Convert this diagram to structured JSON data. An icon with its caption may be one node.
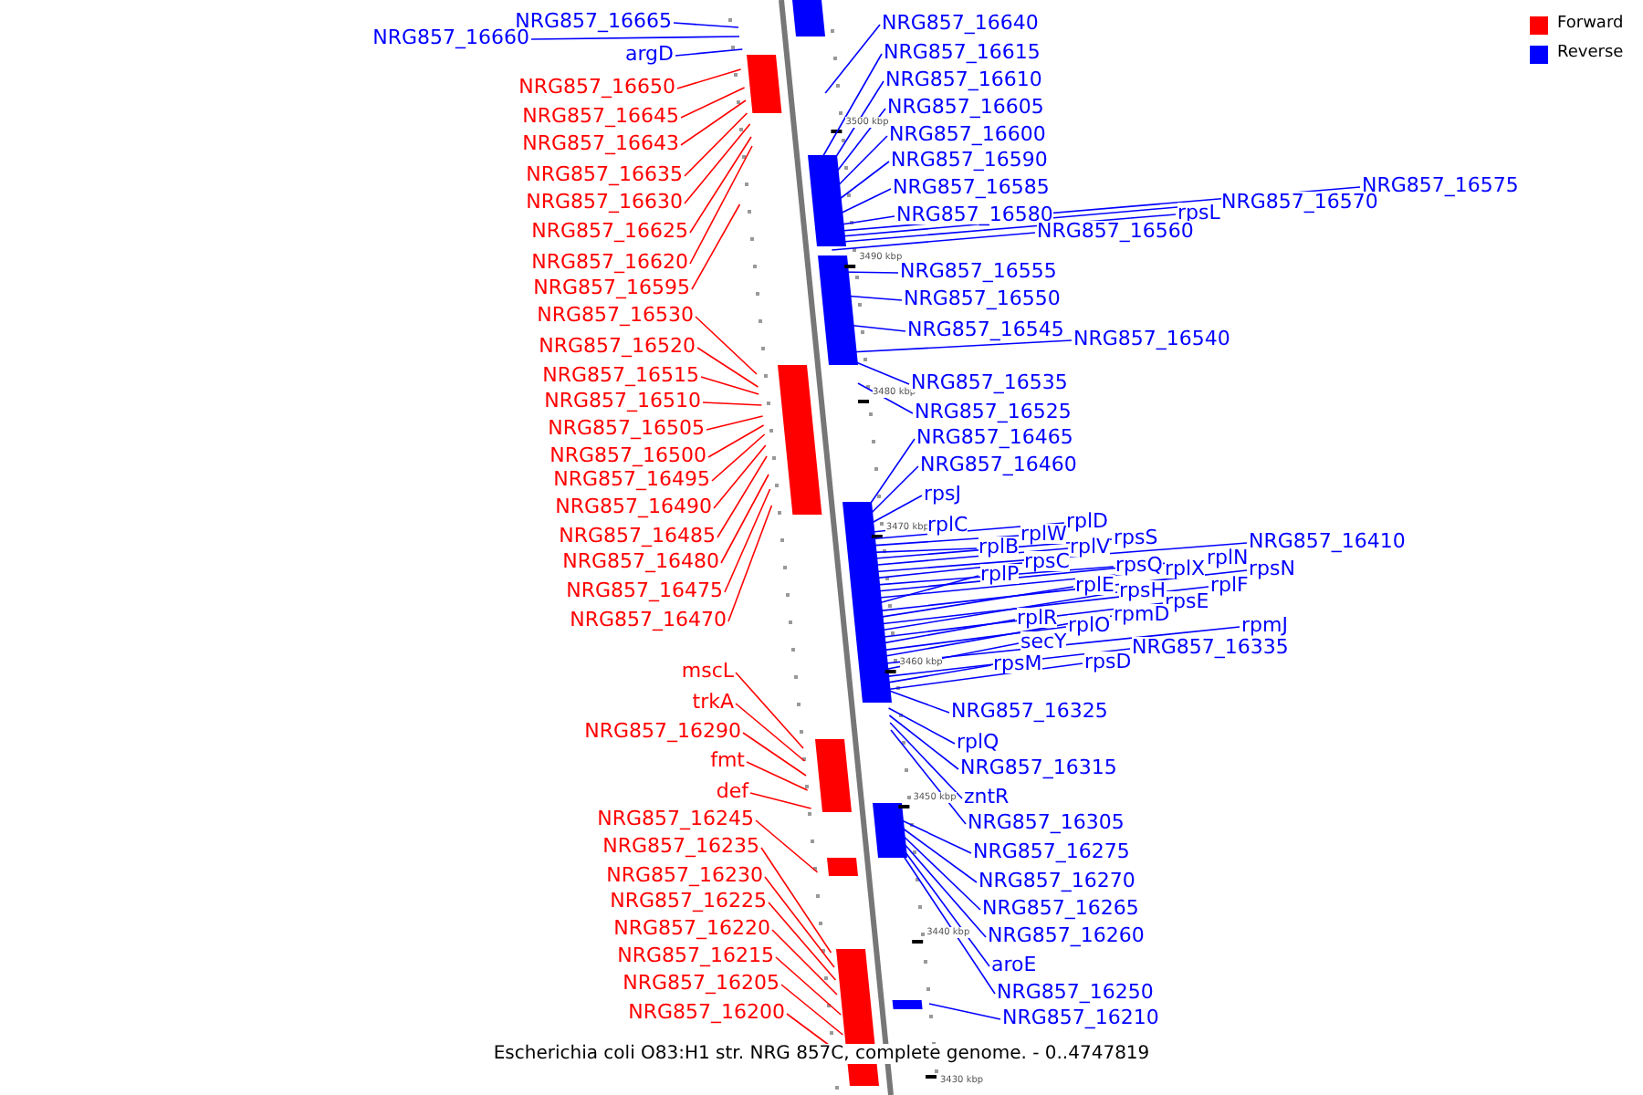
{
  "diagram": {
    "caption": "Escherichia coli O83:H1 str. NRG 857C, complete genome. - 0..4747819",
    "nodes": [
      {
        "text": [
          "NRG857_16665"
        ]
      },
      {
        "text": [
          "NRG857_16660"
        ]
      },
      {
        "text": [
          "argD"
        ]
      },
      {
        "text": [
          "NRG857_16650"
        ]
      },
      {
        "text": [
          "NRG857_16645"
        ]
      },
      {
        "text": [
          "NRG857_16643"
        ]
      },
      {
        "text": [
          "NRG857_16635"
        ]
      },
      {
        "text": [
          "NRG857_16630"
        ]
      },
      {
        "text": [
          "NRG857_16625"
        ]
      },
      {
        "text": [
          "NRG857_16620"
        ]
      },
      {
        "text": [
          "NRG857_16595"
        ]
      },
      {
        "text": [
          "NRG857_16530"
        ]
      },
      {
        "text": [
          "NRG857_16520"
        ]
      },
      {
        "text": [
          "NRG857_16515"
        ]
      },
      {
        "text": [
          "NRG857_16510"
        ]
      },
      {
        "text": [
          "NRG857_16505"
        ]
      },
      {
        "text": [
          "NRG857_16500"
        ]
      },
      {
        "text": [
          "NRG857_16495"
        ]
      },
      {
        "text": [
          "NRG857_16490"
        ]
      },
      {
        "text": [
          "NRG857_16485"
        ]
      },
      {
        "text": [
          "NRG857_16480"
        ]
      },
      {
        "text": [
          "NRG857_16475"
        ]
      },
      {
        "text": [
          "NRG857_16470"
        ]
      },
      {
        "text": [
          "mscL"
        ]
      },
      {
        "text": [
          "trkA"
        ]
      },
      {
        "text": [
          "NRG857_16290"
        ]
      },
      {
        "text": [
          "fmt"
        ]
      },
      {
        "text": [
          "def"
        ]
      },
      {
        "text": [
          "NRG857_16245"
        ]
      },
      {
        "text": [
          "NRG857_16235"
        ]
      },
      {
        "text": [
          "NRG857_16230"
        ]
      },
      {
        "text": [
          "NRG857_16225"
        ]
      },
      {
        "text": [
          "NRG857_16220"
        ]
      },
      {
        "text": [
          "NRG857_16215"
        ]
      },
      {
        "text": [
          "NRG857_16205"
        ]
      },
      {
        "text": [
          "NRG857_16200"
        ]
      },
      {
        "text": [
          "NRG857_16640"
        ]
      },
      {
        "text": [
          "NRG857_16615"
        ]
      },
      {
        "text": [
          "NRG857_16610"
        ]
      },
      {
        "text": [
          "NRG857_16605"
        ]
      },
      {
        "text": [
          "NRG857_16600"
        ]
      },
      {
        "text": [
          "NRG857_16590"
        ]
      },
      {
        "text": [
          "NRG857_16585"
        ]
      },
      {
        "text": [
          "NRG857_16580"
        ]
      },
      {
        "text": [
          "NRG857_16575"
        ]
      },
      {
        "text": [
          "NRG857_16570"
        ]
      },
      {
        "text": [
          "rpsL"
        ]
      },
      {
        "text": [
          "NRG857_16560"
        ]
      },
      {
        "text": [
          "NRG857_16555"
        ]
      },
      {
        "text": [
          "NRG857_16550"
        ]
      },
      {
        "text": [
          "NRG857_16545"
        ]
      },
      {
        "text": [
          "NRG857_16540"
        ]
      },
      {
        "text": [
          "NRG857_16535"
        ]
      },
      {
        "text": [
          "NRG857_16525"
        ]
      },
      {
        "text": [
          "NRG857_16465"
        ]
      },
      {
        "text": [
          "NRG857_16460"
        ]
      },
      {
        "text": [
          "rpsJ"
        ]
      },
      {
        "text": [
          "rplC"
        ]
      },
      {
        "text": [
          "rplD"
        ]
      },
      {
        "text": [
          "rplW"
        ]
      },
      {
        "text": [
          "rplB"
        ]
      },
      {
        "text": [
          "rpsS"
        ]
      },
      {
        "text": [
          "rplV"
        ]
      },
      {
        "text": [
          "NRG857_16410"
        ]
      },
      {
        "text": [
          "rpsC"
        ]
      },
      {
        "text": [
          "rpsQ"
        ]
      },
      {
        "text": [
          "rplN"
        ]
      },
      {
        "text": [
          "rplX"
        ]
      },
      {
        "text": [
          "rplP"
        ]
      },
      {
        "text": [
          "rpsN"
        ]
      },
      {
        "text": [
          "rplE"
        ]
      },
      {
        "text": [
          "rplF"
        ]
      },
      {
        "text": [
          "rpsH"
        ]
      },
      {
        "text": [
          "rpsE"
        ]
      },
      {
        "text": [
          "rplR"
        ]
      },
      {
        "text": [
          "rplO"
        ]
      },
      {
        "text": [
          "rpmD"
        ]
      },
      {
        "text": [
          "rpmJ"
        ]
      },
      {
        "text": [
          "secY"
        ]
      },
      {
        "text": [
          "NRG857_16335"
        ]
      },
      {
        "text": [
          "rpsM"
        ]
      },
      {
        "text": [
          "rpsD"
        ]
      },
      {
        "text": [
          "NRG857_16325"
        ]
      },
      {
        "text": [
          "rplQ"
        ]
      },
      {
        "text": [
          "NRG857_16315"
        ]
      },
      {
        "text": [
          "zntR"
        ]
      },
      {
        "text": [
          "NRG857_16305"
        ]
      },
      {
        "text": [
          "NRG857_16275"
        ]
      },
      {
        "text": [
          "NRG857_16270"
        ]
      },
      {
        "text": [
          "NRG857_16265"
        ]
      },
      {
        "text": [
          "NRG857_16260"
        ]
      },
      {
        "text": [
          "aroE"
        ]
      },
      {
        "text": [
          "NRG857_16250"
        ]
      },
      {
        "text": [
          "NRG857_16210"
        ]
      }
    ],
    "edges": [
      {
        "from": 0,
        "to": null,
        "arrow": "none"
      },
      {
        "from": 1,
        "to": null,
        "arrow": "none"
      },
      {
        "from": 2,
        "to": null,
        "arrow": "none"
      },
      {
        "from": 3,
        "to": null,
        "arrow": "none",
        "color": "#ff0000"
      },
      {
        "from": 4,
        "to": null,
        "arrow": "none",
        "color": "#ff0000"
      },
      {
        "from": 5,
        "to": null,
        "arrow": "none",
        "color": "#ff0000"
      },
      {
        "from": 6,
        "to": null,
        "arrow": "none",
        "color": "#ff0000"
      },
      {
        "from": 7,
        "to": null,
        "arrow": "none",
        "color": "#ff0000"
      },
      {
        "from": 8,
        "to": null,
        "arrow": "none",
        "color": "#ff0000"
      },
      {
        "from": 9,
        "to": null,
        "arrow": "none",
        "color": "#ff0000"
      },
      {
        "from": 10,
        "to": null,
        "arrow": "none",
        "color": "#ff0000"
      },
      {
        "from": 11,
        "to": null,
        "arrow": "none",
        "color": "#ff0000"
      },
      {
        "from": 12,
        "to": null,
        "arrow": "none",
        "color": "#ff0000"
      },
      {
        "from": 13,
        "to": null,
        "arrow": "none",
        "color": "#ff0000"
      },
      {
        "from": 14,
        "to": null,
        "arrow": "none",
        "color": "#ff0000"
      },
      {
        "from": 15,
        "to": null,
        "arrow": "none",
        "color": "#ff0000"
      },
      {
        "from": 16,
        "to": null,
        "arrow": "none",
        "color": "#ff0000"
      },
      {
        "from": 17,
        "to": null,
        "arrow": "none",
        "color": "#ff0000"
      },
      {
        "from": 18,
        "to": null,
        "arrow": "none",
        "color": "#ff0000"
      },
      {
        "from": 19,
        "to": null,
        "arrow": "none",
        "color": "#ff0000"
      },
      {
        "from": 20,
        "to": null,
        "arrow": "none",
        "color": "#ff0000"
      },
      {
        "from": 21,
        "to": null,
        "arrow": "none",
        "color": "#ff0000"
      },
      {
        "from": 22,
        "to": null,
        "arrow": "none",
        "color": "#ff0000"
      },
      {
        "from": 23,
        "to": null,
        "arrow": "none",
        "color": "#ff0000"
      },
      {
        "from": 24,
        "to": null,
        "arrow": "none",
        "color": "#ff0000"
      },
      {
        "from": 25,
        "to": null,
        "arrow": "none",
        "color": "#ff0000"
      },
      {
        "from": 26,
        "to": null,
        "arrow": "none",
        "color": "#ff0000"
      },
      {
        "from": 27,
        "to": null,
        "arrow": "none",
        "color": "#ff0000"
      },
      {
        "from": 28,
        "to": null,
        "arrow": "none",
        "color": "#ff0000"
      },
      {
        "from": 29,
        "to": null,
        "arrow": "none",
        "color": "#ff0000"
      },
      {
        "from": 30,
        "to": null,
        "arrow": "none",
        "color": "#ff0000"
      },
      {
        "from": 31,
        "to": null,
        "arrow": "none",
        "color": "#ff0000"
      },
      {
        "from": 32,
        "to": null,
        "arrow": "none",
        "color": "#ff0000"
      },
      {
        "from": 33,
        "to": null,
        "arrow": "none",
        "color": "#ff0000"
      },
      {
        "from": 34,
        "to": null,
        "arrow": "none",
        "color": "#ff0000"
      },
      {
        "from": 35,
        "to": null,
        "arrow": "none",
        "color": "#ff0000"
      },
      {
        "from": 36,
        "to": null,
        "arrow": "none"
      },
      {
        "from": 37,
        "to": null,
        "arrow": "none"
      },
      {
        "from": 38,
        "to": null,
        "arrow": "none"
      },
      {
        "from": 39,
        "to": null,
        "arrow": "none"
      },
      {
        "from": 40,
        "to": null,
        "arrow": "none"
      },
      {
        "from": 41,
        "to": null,
        "arrow": "none"
      },
      {
        "from": 42,
        "to": null,
        "arrow": "none"
      },
      {
        "from": 43,
        "to": null,
        "arrow": "none"
      },
      {
        "from": 44,
        "to": null,
        "arrow": "none"
      },
      {
        "from": 45,
        "to": null,
        "arrow": "none"
      },
      {
        "from": 46,
        "to": null,
        "arrow": "none"
      },
      {
        "from": 47,
        "to": null,
        "arrow": "none"
      },
      {
        "from": 48,
        "to": null,
        "arrow": "none"
      },
      {
        "from": 49,
        "to": null,
        "arrow": "none"
      },
      {
        "from": 50,
        "to": null,
        "arrow": "none"
      },
      {
        "from": 51,
        "to": null,
        "arrow": "none"
      },
      {
        "from": 52,
        "to": null,
        "arrow": "none"
      },
      {
        "from": 53,
        "to": null,
        "arrow": "none"
      },
      {
        "from": 54,
        "to": null,
        "arrow": "none"
      },
      {
        "from": 55,
        "to": null,
        "arrow": "none"
      },
      {
        "from": 56,
        "to": null,
        "arrow": "none"
      },
      {
        "from": 57,
        "to": null,
        "arrow": "none"
      },
      {
        "from": 58,
        "to": null,
        "arrow": "none"
      },
      {
        "from": 59,
        "to": null,
        "arrow": "none"
      },
      {
        "from": 60,
        "to": null,
        "arrow": "none"
      },
      {
        "from": 61,
        "to": null,
        "arrow": "none"
      },
      {
        "from": 62,
        "to": null,
        "arrow": "none"
      },
      {
        "from": 63,
        "to": null,
        "arrow": "none"
      },
      {
        "from": 64,
        "to": null,
        "arrow": "none"
      },
      {
        "from": 65,
        "to": null,
        "arrow": "none"
      },
      {
        "from": 66,
        "to": null,
        "arrow": "none"
      },
      {
        "from": 67,
        "to": null,
        "arrow": "none"
      },
      {
        "from": 68,
        "to": null,
        "arrow": "none"
      },
      {
        "from": 69,
        "to": null,
        "arrow": "none"
      },
      {
        "from": 70,
        "to": null,
        "arrow": "none"
      },
      {
        "from": 71,
        "to": null,
        "arrow": "none"
      },
      {
        "from": 72,
        "to": null,
        "arrow": "none"
      },
      {
        "from": 73,
        "to": null,
        "arrow": "none"
      },
      {
        "from": 74,
        "to": null,
        "arrow": "none"
      },
      {
        "from": 75,
        "to": null,
        "arrow": "none"
      },
      {
        "from": 76,
        "to": null,
        "arrow": "none"
      },
      {
        "from": 77,
        "to": null,
        "arrow": "none"
      },
      {
        "from": 78,
        "to": null,
        "arrow": "none"
      },
      {
        "from": 79,
        "to": null,
        "arrow": "none"
      },
      {
        "from": 80,
        "to": null,
        "arrow": "none"
      },
      {
        "from": 81,
        "to": null,
        "arrow": "none"
      },
      {
        "from": 82,
        "to": null,
        "arrow": "none"
      },
      {
        "from": 83,
        "to": null,
        "arrow": "none"
      },
      {
        "from": 84,
        "to": null,
        "arrow": "none"
      },
      {
        "from": 85,
        "to": null,
        "arrow": "none"
      },
      {
        "from": 86,
        "to": null,
        "arrow": "none"
      },
      {
        "from": 87,
        "to": null,
        "arrow": "none"
      },
      {
        "from": 88,
        "to": null,
        "arrow": "none"
      },
      {
        "from": 89,
        "to": null,
        "arrow": "none"
      },
      {
        "from": 90,
        "to": null,
        "arrow": "none"
      },
      {
        "from": 91,
        "to": null,
        "arrow": "none"
      },
      {
        "from": 92,
        "to": null,
        "arrow": "none"
      },
      {
        "from": 93,
        "to": null,
        "arrow": "none"
      }
    ],
    "labels": [
      "3500 kbp",
      "3490 kbp",
      "3480 kbp",
      "3470 kbp",
      "3460 kbp",
      "3450 kbp",
      "3440 kbp",
      "3430 kbp"
    ],
    "legend": [
      {
        "text": "Forward",
        "color": "#ff0000"
      },
      {
        "text": "Reverse",
        "color": "#0000ff"
      }
    ]
  }
}
